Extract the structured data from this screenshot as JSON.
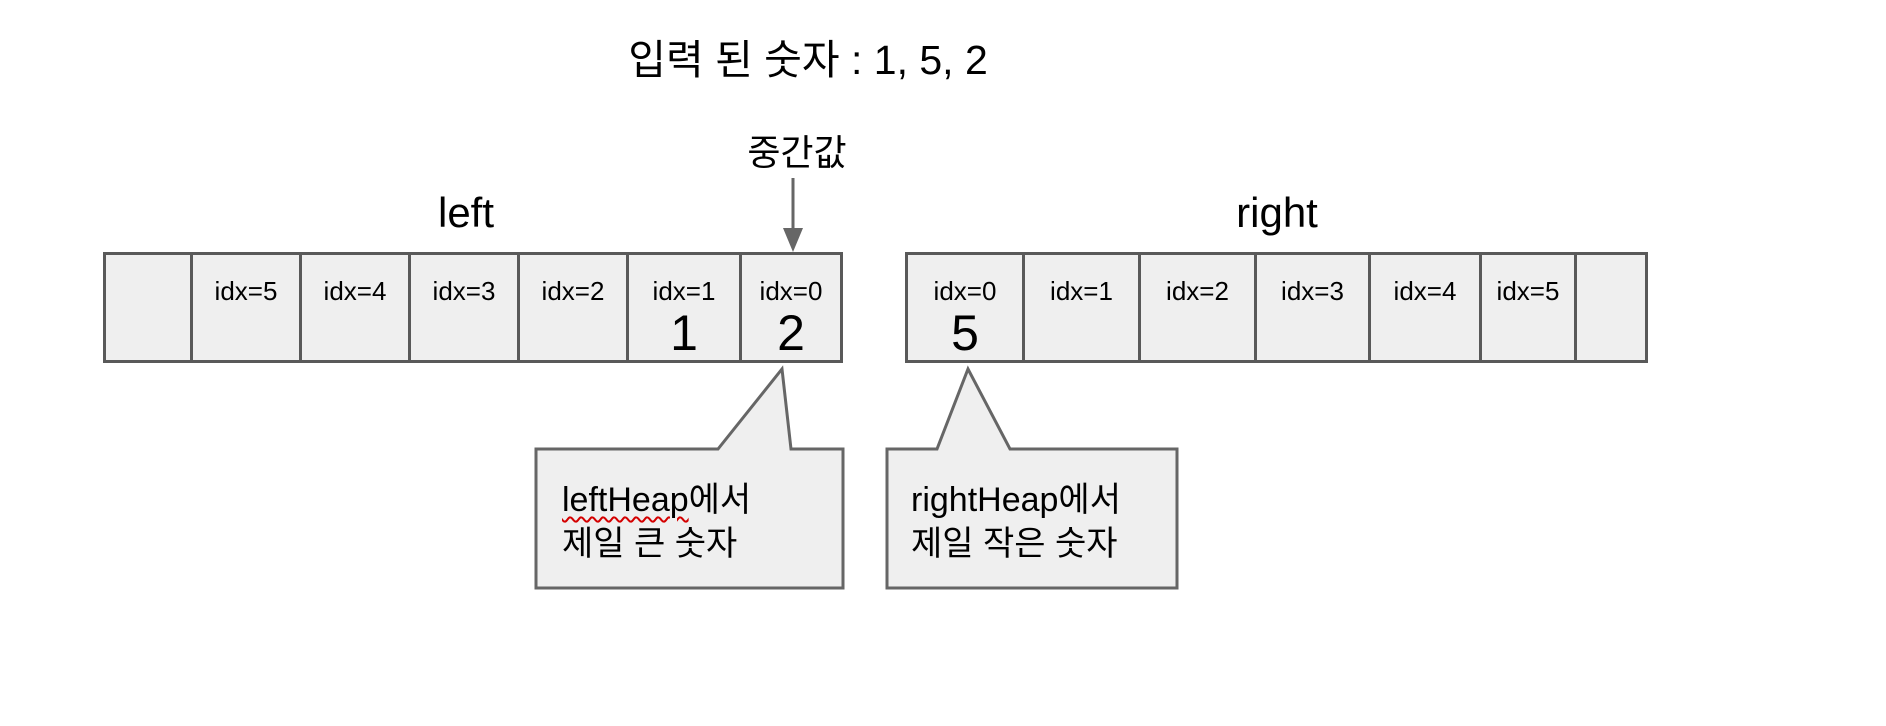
{
  "title": "입력 된 숫자 : 1, 5, 2",
  "median": {
    "label": "중간값"
  },
  "left_array": {
    "label": "left",
    "cells": [
      {
        "idx": "",
        "value": ""
      },
      {
        "idx": "idx=5",
        "value": ""
      },
      {
        "idx": "idx=4",
        "value": ""
      },
      {
        "idx": "idx=3",
        "value": ""
      },
      {
        "idx": "idx=2",
        "value": ""
      },
      {
        "idx": "idx=1",
        "value": "1"
      },
      {
        "idx": "idx=0",
        "value": "2"
      }
    ]
  },
  "right_array": {
    "label": "right",
    "cells": [
      {
        "idx": "idx=0",
        "value": "5"
      },
      {
        "idx": "idx=1",
        "value": ""
      },
      {
        "idx": "idx=2",
        "value": ""
      },
      {
        "idx": "idx=3",
        "value": ""
      },
      {
        "idx": "idx=4",
        "value": ""
      },
      {
        "idx": "idx=5",
        "value": ""
      },
      {
        "idx": "",
        "value": ""
      }
    ]
  },
  "callouts": {
    "left": {
      "word": "leftHeap",
      "suffix": "에서",
      "line2": "제일 큰 숫자"
    },
    "right": {
      "line1": "rightHeap에서",
      "line2": "제일 작은 숫자"
    }
  },
  "colors": {
    "cell_fill": "#efefef",
    "array_border": "#595959",
    "bubble_fill": "#efefef",
    "bubble_border": "#666666",
    "arrow": "#666666",
    "squiggle": "#d40000",
    "text": "#000000",
    "background": "#ffffff"
  }
}
